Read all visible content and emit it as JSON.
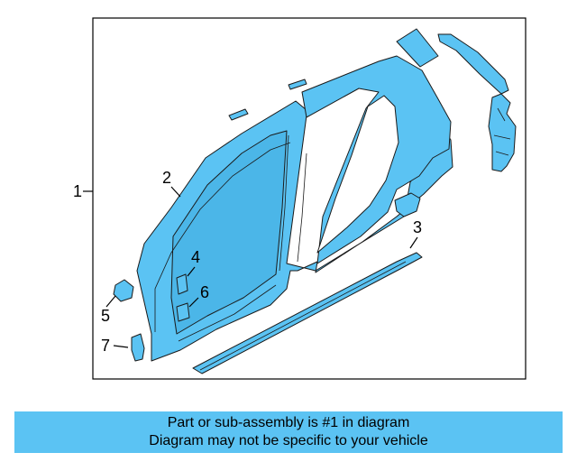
{
  "callouts": {
    "c1": "1",
    "c2": "2",
    "c3": "3",
    "c4": "4",
    "c5": "5",
    "c6": "6",
    "c7": "7"
  },
  "caption": {
    "line1": "Part or sub-assembly is #1 in diagram",
    "line2": "Diagram may not be specific to your vehicle",
    "background_color": "#5bc3f3"
  },
  "part_color": "#5bc3f3"
}
